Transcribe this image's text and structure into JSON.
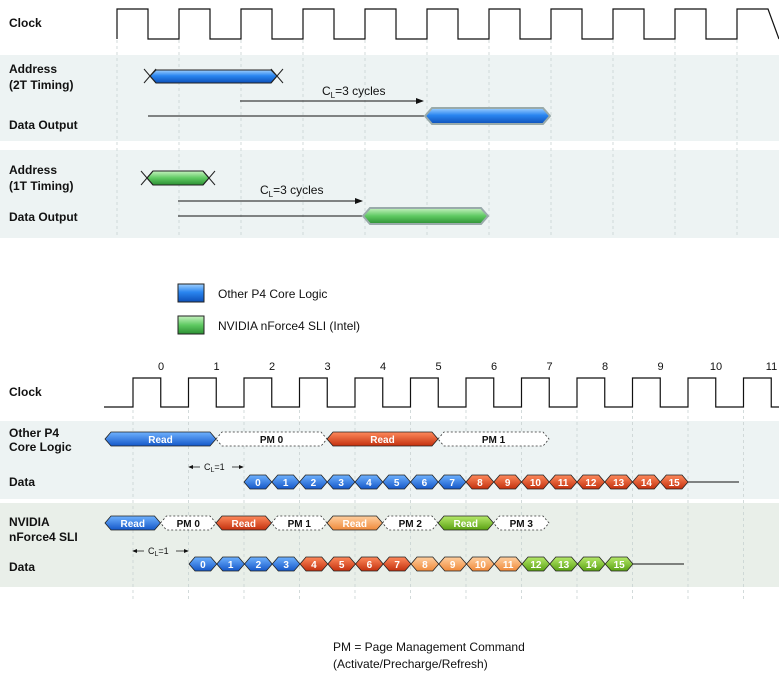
{
  "top": {
    "clock_label": "Clock",
    "group_2t": {
      "address_label_line1": "Address",
      "address_label_line2": "(2T Timing)",
      "data_label": "Data Output",
      "latency_prefix": "C",
      "latency_sub": "L",
      "latency_suffix": "=3 cycles"
    },
    "group_1t": {
      "address_label_line1": "Address",
      "address_label_line2": "(1T Timing)",
      "data_label": "Data Output",
      "latency_prefix": "C",
      "latency_sub": "L",
      "latency_suffix": "=3 cycles"
    }
  },
  "legend": {
    "items": [
      {
        "label": "Other P4 Core Logic",
        "color": "#2a7de1"
      },
      {
        "label": "NVIDIA nForce4 SLI (Intel)",
        "color": "#5cc85c"
      }
    ]
  },
  "bottom": {
    "clock_label": "Clock",
    "cycle_numbers": [
      "0",
      "1",
      "2",
      "3",
      "4",
      "5",
      "6",
      "7",
      "8",
      "9",
      "10",
      "11"
    ],
    "p4": {
      "label_line1": "Other P4",
      "label_line2": "Core Logic",
      "data_label": "Data",
      "latency_prefix": "C",
      "latency_sub": "L",
      "latency_suffix": "=1",
      "commands": [
        {
          "label": "Read",
          "kind": "blue"
        },
        {
          "label": "PM 0",
          "kind": "pm"
        },
        {
          "label": "Read",
          "kind": "red"
        },
        {
          "label": "PM 1",
          "kind": "pm"
        }
      ],
      "data": [
        {
          "label": "0",
          "kind": "blue"
        },
        {
          "label": "1",
          "kind": "blue"
        },
        {
          "label": "2",
          "kind": "blue"
        },
        {
          "label": "3",
          "kind": "blue"
        },
        {
          "label": "4",
          "kind": "blue"
        },
        {
          "label": "5",
          "kind": "blue"
        },
        {
          "label": "6",
          "kind": "blue"
        },
        {
          "label": "7",
          "kind": "blue"
        },
        {
          "label": "8",
          "kind": "red"
        },
        {
          "label": "9",
          "kind": "red"
        },
        {
          "label": "10",
          "kind": "red"
        },
        {
          "label": "11",
          "kind": "red"
        },
        {
          "label": "12",
          "kind": "red"
        },
        {
          "label": "13",
          "kind": "red"
        },
        {
          "label": "14",
          "kind": "red"
        },
        {
          "label": "15",
          "kind": "red"
        }
      ]
    },
    "nvidia": {
      "label_line1": "NVIDIA",
      "label_line2": "nForce4 SLI",
      "data_label": "Data",
      "latency_prefix": "C",
      "latency_sub": "L",
      "latency_suffix": "=1",
      "commands": [
        {
          "label": "Read",
          "kind": "blue"
        },
        {
          "label": "PM 0",
          "kind": "pm"
        },
        {
          "label": "Read",
          "kind": "red"
        },
        {
          "label": "PM 1",
          "kind": "pm"
        },
        {
          "label": "Read",
          "kind": "orange"
        },
        {
          "label": "PM 2",
          "kind": "pm"
        },
        {
          "label": "Read",
          "kind": "green"
        },
        {
          "label": "PM 3",
          "kind": "pm"
        }
      ],
      "data": [
        {
          "label": "0",
          "kind": "blue"
        },
        {
          "label": "1",
          "kind": "blue"
        },
        {
          "label": "2",
          "kind": "blue"
        },
        {
          "label": "3",
          "kind": "blue"
        },
        {
          "label": "4",
          "kind": "red"
        },
        {
          "label": "5",
          "kind": "red"
        },
        {
          "label": "6",
          "kind": "red"
        },
        {
          "label": "7",
          "kind": "red"
        },
        {
          "label": "8",
          "kind": "orange"
        },
        {
          "label": "9",
          "kind": "orange"
        },
        {
          "label": "10",
          "kind": "orange"
        },
        {
          "label": "11",
          "kind": "orange"
        },
        {
          "label": "12",
          "kind": "green"
        },
        {
          "label": "13",
          "kind": "green"
        },
        {
          "label": "14",
          "kind": "green"
        },
        {
          "label": "15",
          "kind": "green"
        }
      ]
    }
  },
  "footnote": {
    "line1": "PM = Page Management Command",
    "line2": "(Activate/Precharge/Refresh)"
  },
  "colors": {
    "blue": "#2a7de1",
    "red": "#e0421e",
    "orange": "#f4a25a",
    "green": "#7cc227",
    "top_green": "#5cc85c",
    "band": "#edf3f3"
  }
}
